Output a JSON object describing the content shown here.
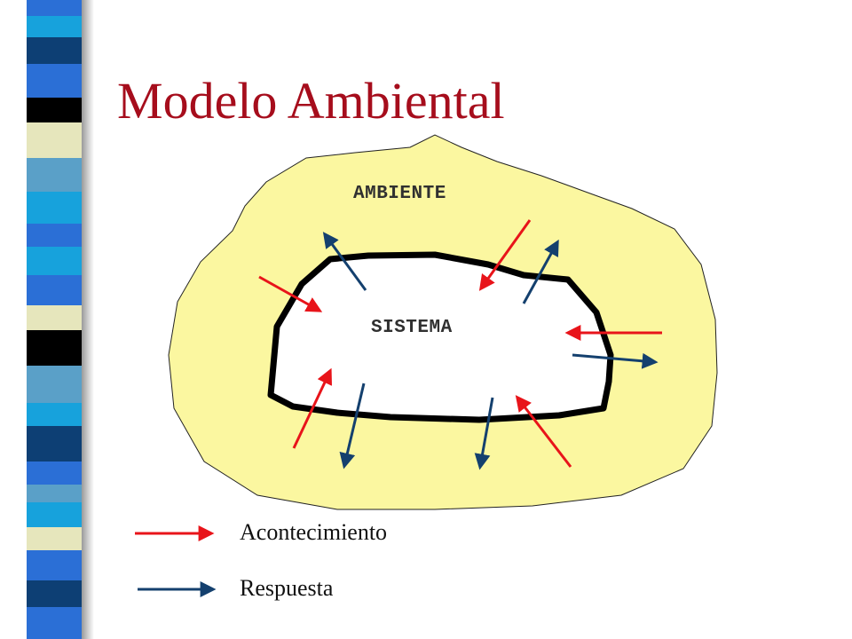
{
  "slide": {
    "title": "Modelo Ambiental"
  },
  "diagram": {
    "environment_label": "AMBIENTE",
    "system_label": "SISTEMA",
    "colors": {
      "environment_fill": "#fbf7a0",
      "system_fill": "#ffffff",
      "event_arrow": "#e8141a",
      "response_arrow": "#14406e",
      "title": "#a60d1c"
    }
  },
  "legend": {
    "event_label": "Acontecimiento",
    "response_label": "Respuesta"
  },
  "decor": {
    "stripe_colors": [
      "#2b6fd6",
      "#17a2dc",
      "#0d3f74",
      "#000000",
      "#e6e6bc",
      "#5aa0c8"
    ]
  }
}
